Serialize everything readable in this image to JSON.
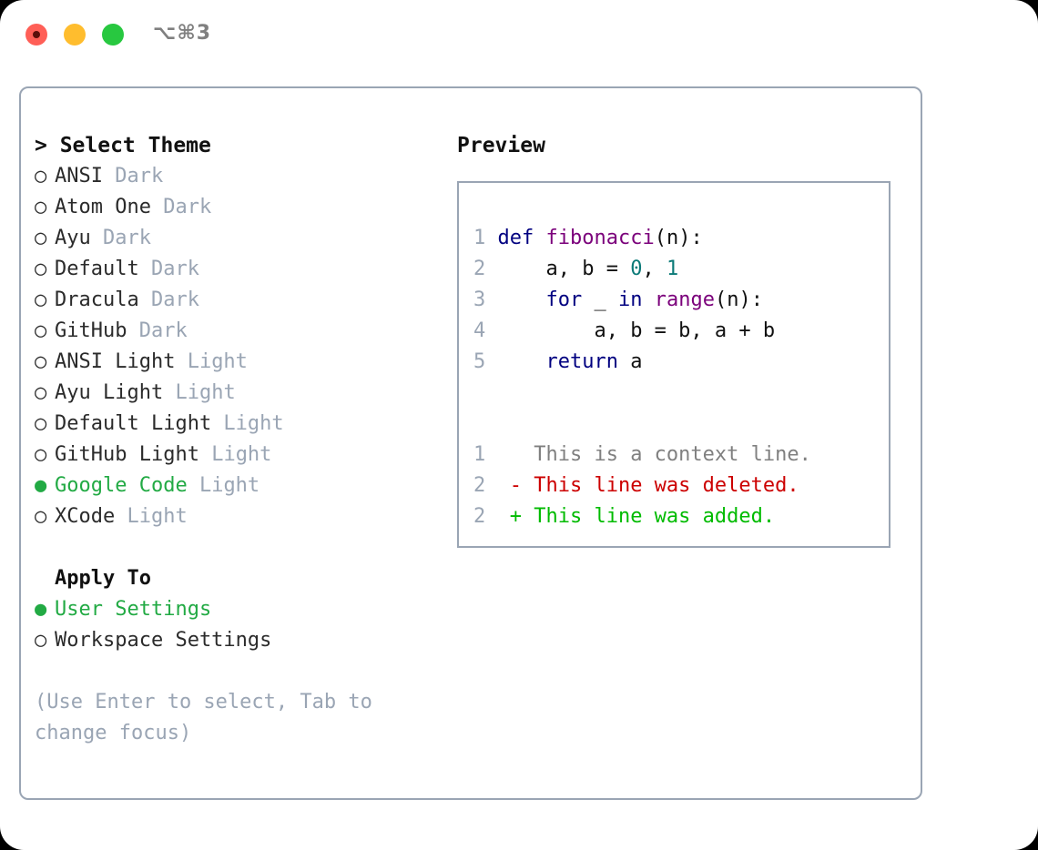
{
  "window": {
    "shortcut": "⌥⌘3",
    "traffic_lights": [
      "close",
      "minimize",
      "maximize"
    ]
  },
  "theme_picker": {
    "header": "> Select Theme",
    "options": [
      {
        "bullet": "○",
        "name": "ANSI",
        "variant": "Dark",
        "selected": false
      },
      {
        "bullet": "○",
        "name": "Atom One",
        "variant": "Dark",
        "selected": false
      },
      {
        "bullet": "○",
        "name": "Ayu",
        "variant": "Dark",
        "selected": false
      },
      {
        "bullet": "○",
        "name": "Default",
        "variant": "Dark",
        "selected": false
      },
      {
        "bullet": "○",
        "name": "Dracula",
        "variant": "Dark",
        "selected": false
      },
      {
        "bullet": "○",
        "name": "GitHub",
        "variant": "Dark",
        "selected": false
      },
      {
        "bullet": "○",
        "name": "ANSI Light",
        "variant": "Light",
        "selected": false
      },
      {
        "bullet": "○",
        "name": "Ayu Light",
        "variant": "Light",
        "selected": false
      },
      {
        "bullet": "○",
        "name": "Default Light",
        "variant": "Light",
        "selected": false
      },
      {
        "bullet": "○",
        "name": "GitHub Light",
        "variant": "Light",
        "selected": false
      },
      {
        "bullet": "●",
        "name": "Google Code",
        "variant": "Light",
        "selected": true
      },
      {
        "bullet": "○",
        "name": "XCode",
        "variant": "Light",
        "selected": false
      }
    ]
  },
  "apply_to": {
    "header": "Apply To",
    "options": [
      {
        "bullet": "●",
        "name": "User Settings",
        "selected": true
      },
      {
        "bullet": "○",
        "name": "Workspace Settings",
        "selected": false
      }
    ]
  },
  "hint": "(Use Enter to select, Tab to change focus)",
  "preview": {
    "title": "Preview",
    "code_lines": [
      {
        "num": "1",
        "tokens": [
          {
            "t": "def",
            "c": "kw"
          },
          {
            "t": " ",
            "c": "pn"
          },
          {
            "t": "fibonacci",
            "c": "fn"
          },
          {
            "t": "(n):",
            "c": "pn"
          }
        ]
      },
      {
        "num": "2",
        "tokens": [
          {
            "t": "    a, b = ",
            "c": "pn"
          },
          {
            "t": "0",
            "c": "num"
          },
          {
            "t": ", ",
            "c": "pn"
          },
          {
            "t": "1",
            "c": "num"
          }
        ]
      },
      {
        "num": "3",
        "tokens": [
          {
            "t": "    ",
            "c": "pn"
          },
          {
            "t": "for",
            "c": "kw"
          },
          {
            "t": " _ ",
            "c": "pn"
          },
          {
            "t": "in",
            "c": "kw"
          },
          {
            "t": " ",
            "c": "pn"
          },
          {
            "t": "range",
            "c": "fn"
          },
          {
            "t": "(n):",
            "c": "pn"
          }
        ]
      },
      {
        "num": "4",
        "tokens": [
          {
            "t": "        a, b = b, a + b",
            "c": "pn"
          }
        ]
      },
      {
        "num": "5",
        "tokens": [
          {
            "t": "    ",
            "c": "pn"
          },
          {
            "t": "return",
            "c": "kw"
          },
          {
            "t": " a",
            "c": "pn"
          }
        ]
      }
    ],
    "diff_lines": [
      {
        "num": "1",
        "marker": " ",
        "text": "This is a context line.",
        "kind": "ctx"
      },
      {
        "num": "2",
        "marker": "-",
        "text": "This line was deleted.",
        "kind": "del"
      },
      {
        "num": "2",
        "marker": "+",
        "text": "This line was added.",
        "kind": "add"
      }
    ]
  },
  "colors": {
    "border": "#9aa5b4",
    "selected_green": "#22aa44",
    "keyword": "#000080",
    "function": "#7b007b",
    "number": "#0b7a78",
    "muted": "#9aa5b4",
    "diff_delete": "#cc0000",
    "diff_add": "#00bb00",
    "diff_context": "#808080",
    "light_red": "#ff5f57",
    "light_yellow": "#ffbd2e",
    "light_green": "#28c840"
  }
}
